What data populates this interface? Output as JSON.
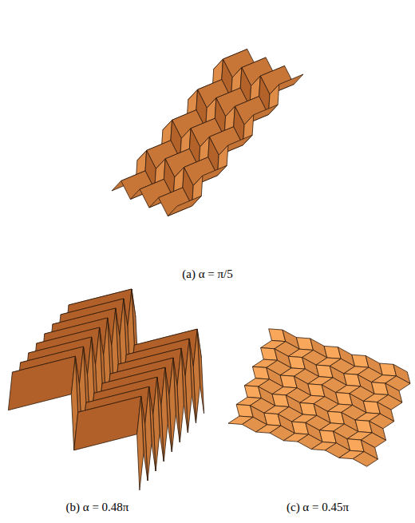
{
  "diagram": {
    "labels": [
      "(a) α = π/5",
      "(b) α = 0.48π",
      "(c) α = 0.45π"
    ]
  }
}
